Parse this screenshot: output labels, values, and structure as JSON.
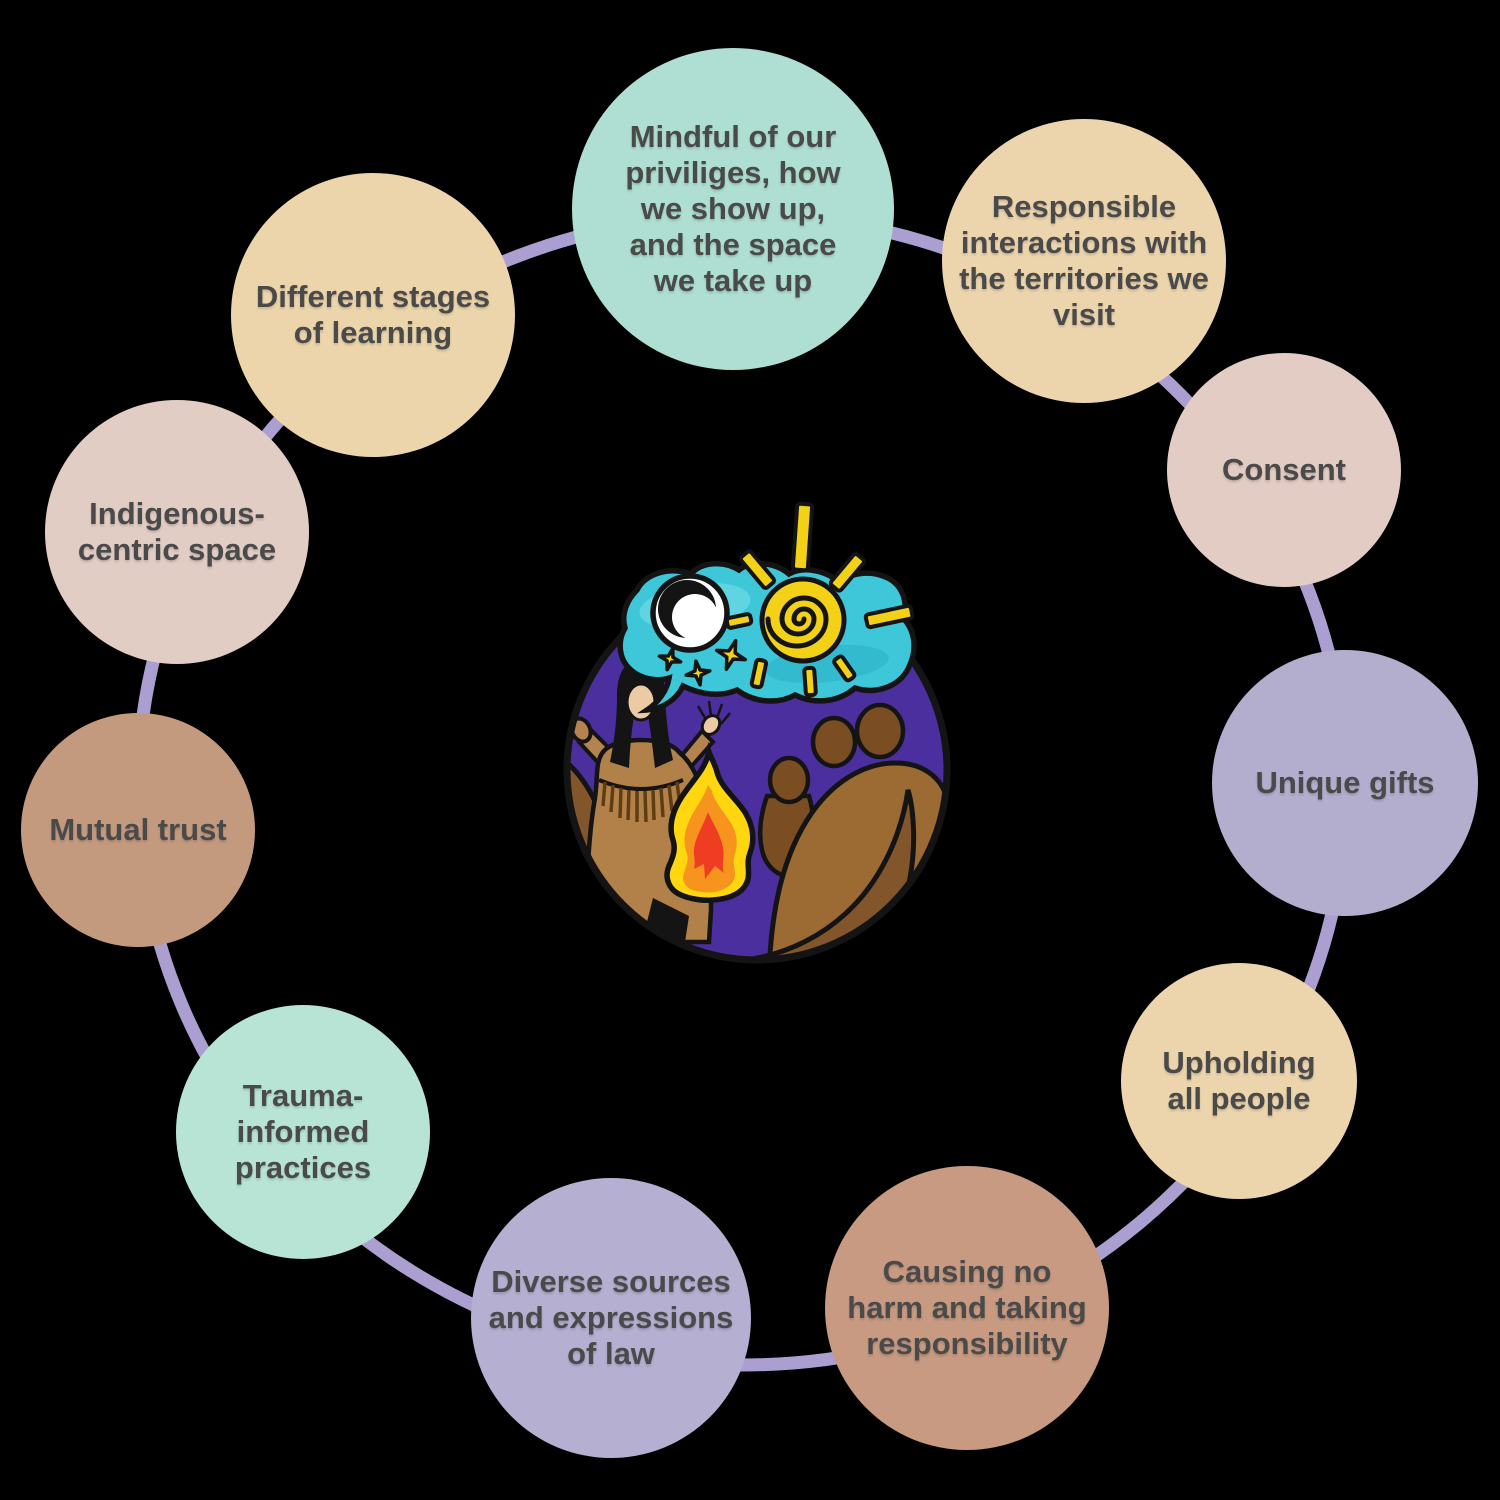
{
  "diagram": {
    "background_color": "#000000",
    "ring_color": "#ab9fd1",
    "label_color": "#4a4a4a",
    "nodes": [
      {
        "id": "mindful-privileges",
        "label": "Mindful of our\npriviliges, how\nwe show up,\nand the space\nwe take up",
        "color": "#afdfd2"
      },
      {
        "id": "responsible-interactions",
        "label": "Responsible\ninteractions with\nthe territories we\nvisit",
        "color": "#ecd4ad"
      },
      {
        "id": "consent",
        "label": "Consent",
        "color": "#e3ccc3"
      },
      {
        "id": "unique-gifts",
        "label": "Unique gifts",
        "color": "#b3aecd"
      },
      {
        "id": "upholding-all-people",
        "label": "Upholding\nall people",
        "color": "#ecd5ac"
      },
      {
        "id": "causing-no-harm",
        "label": "Causing no\nharm and taking\nresponsibility",
        "color": "#c79a81"
      },
      {
        "id": "diverse-sources-of-law",
        "label": "Diverse sources\nand expressions\nof law",
        "color": "#b5afd1"
      },
      {
        "id": "trauma-informed",
        "label": "Trauma-\ninformed\npractices",
        "color": "#b7e4d5"
      },
      {
        "id": "mutual-trust",
        "label": "Mutual trust",
        "color": "#c49a7f"
      },
      {
        "id": "indigenous-centric",
        "label": "Indigenous-\ncentric space",
        "color": "#e2cdc4"
      },
      {
        "id": "different-stages",
        "label": "Different stages\nof learning",
        "color": "#ecd5ab"
      }
    ],
    "center_illustration": {
      "name": "storyteller-campfire-logo",
      "colors": {
        "sky": "#4c2f9e",
        "bubble": "#3ec7d9",
        "sun": "#f2d117",
        "moon": "#ffffff",
        "earth_light": "#9c6b33",
        "earth_dark": "#82552a",
        "figures": "#7a4e22",
        "skin": "#eccaa4",
        "jacket": "#b28049",
        "sleeve": "#b5834d",
        "fire_outer": "#ffd60f",
        "fire_mid": "#f7941e",
        "fire_core": "#ee3d23",
        "outline": "#141414"
      }
    }
  }
}
